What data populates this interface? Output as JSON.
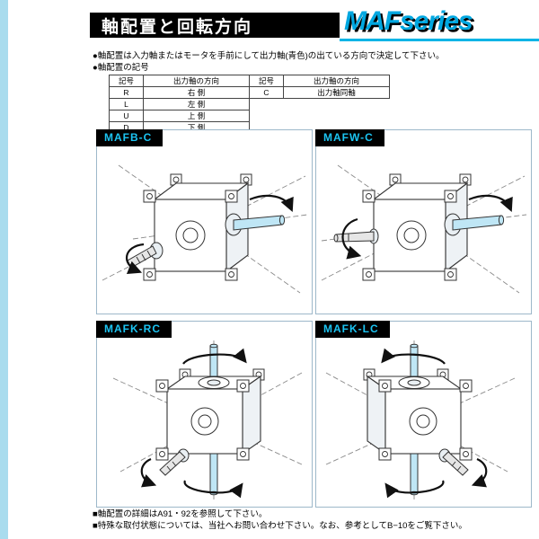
{
  "header": {
    "title": "軸配置と回転方向",
    "logo": "MAFseries"
  },
  "intro": {
    "note1": "●軸配置は入力軸またはモータを手前にして出力軸(青色)の出ている方向で決定して下さい。",
    "note2": "●軸配置の記号"
  },
  "symbol_table": {
    "col_headers": [
      "記号",
      "出力軸の方向",
      "記号",
      "出力軸の方向"
    ],
    "rows": [
      [
        "R",
        "右 側",
        "C",
        "出力軸同軸"
      ],
      [
        "L",
        "左 側",
        "",
        ""
      ],
      [
        "U",
        "上 側",
        "",
        ""
      ],
      [
        "D",
        "下 側",
        "",
        ""
      ]
    ]
  },
  "panels": [
    {
      "label": "MAFB-C"
    },
    {
      "label": "MAFW-C"
    },
    {
      "label": "MAFK-RC"
    },
    {
      "label": "MAFK-LC"
    }
  ],
  "footer": {
    "note1": "■軸配置の詳細はA91・92を参照して下さい。",
    "note2": "■特殊な取付状態については、当社へお問い合わせ下さい。なお、参考としてB−10をご覧下さい。"
  },
  "colors": {
    "accent": "#00a7e0",
    "panel_label_text": "#1cc4f2",
    "output_shaft_blue": "#bfe6f5",
    "edge_strip": "#a9dcee",
    "header_bg": "#000000"
  }
}
